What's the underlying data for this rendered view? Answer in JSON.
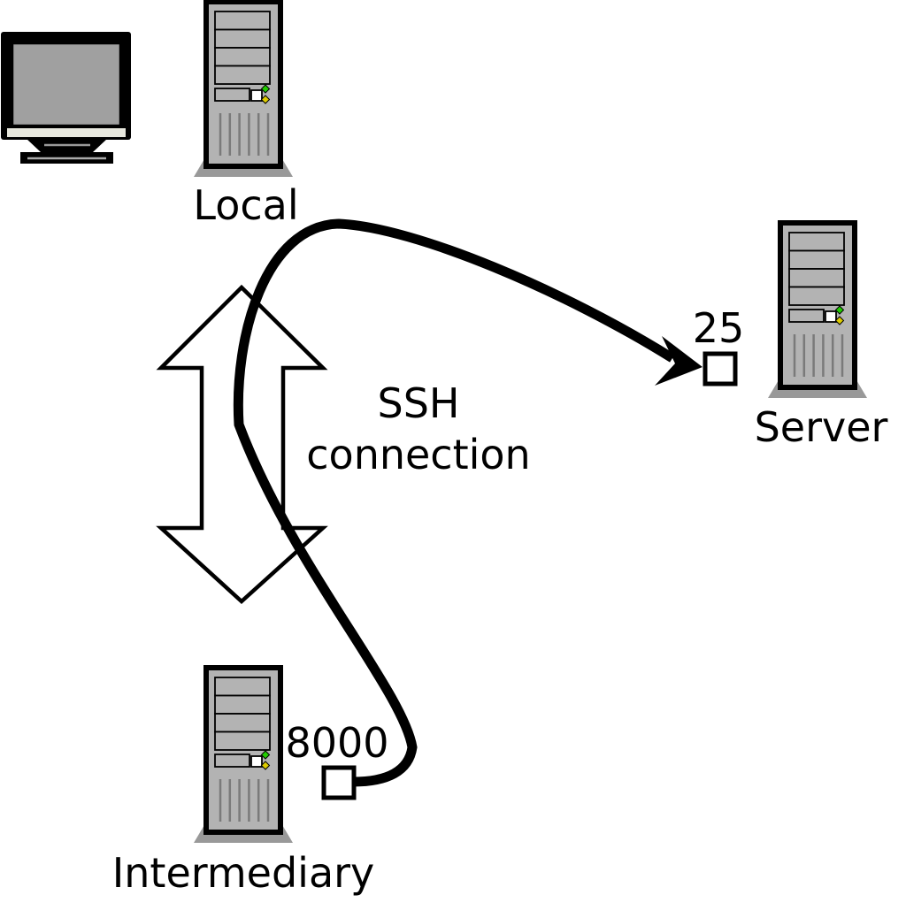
{
  "diagram": {
    "labels": {
      "local": "Local",
      "server": "Server",
      "intermediary": "Intermediary",
      "connection_line1": "SSH",
      "connection_line2": "connection",
      "server_port": "25",
      "intermediary_port": "8000"
    },
    "colors": {
      "outline": "#000000",
      "tower_body": "#b3b3b3",
      "tower_base": "#999999",
      "monitor_screen": "#a0a0a0",
      "monitor_strip": "#e8e8de",
      "led_green": "#22cc00",
      "led_yellow": "#ddcc00",
      "port_box_fill": "#ffffff",
      "background": "#ffffff"
    },
    "icons": {
      "monitor": "monitor-icon",
      "tower": "computer-tower-icon",
      "double_arrow": "ssh-bidirectional-arrow",
      "arrowhead": "tunnel-arrowhead-icon"
    }
  }
}
